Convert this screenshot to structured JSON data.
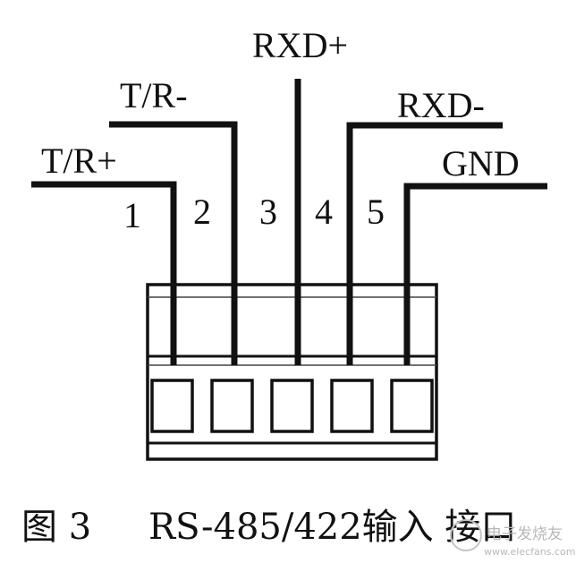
{
  "signals": [
    "T/R+",
    "T/R-",
    "RXD+",
    "RXD-",
    "GND"
  ],
  "pin_numbers": [
    "1",
    "2",
    "3",
    "4",
    "5"
  ],
  "caption": {
    "figure": "图 3",
    "title": "RS-485/422输入 接口"
  },
  "watermark": {
    "text": "电子发烧友",
    "url": "www.elecfans.com"
  }
}
